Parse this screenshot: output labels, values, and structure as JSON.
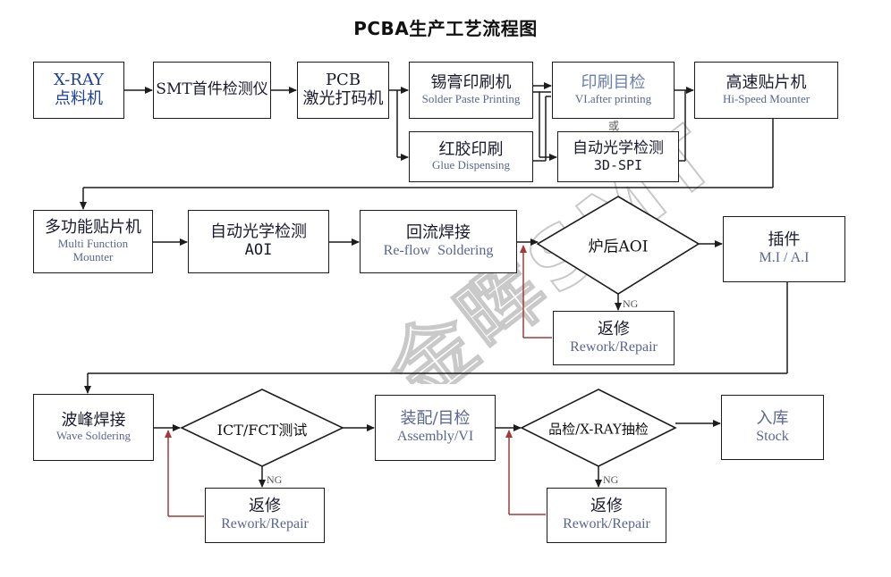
{
  "title": "PCBA生产工艺流程图",
  "watermark": "金晖SMT",
  "or_label": "或",
  "ng_label": "NG",
  "row1": {
    "xray": {
      "line1": "X-RAY",
      "line2": "点料机"
    },
    "smt_first": {
      "line1": "SMT首件检测仪"
    },
    "pcb": {
      "line1": "PCB",
      "line2": "激光打码机"
    },
    "solder_paste": {
      "line1": "锡膏印刷机",
      "line2": "Solder Paste Printing"
    },
    "vi_print": {
      "line1": "印刷目检",
      "line2": "VI.after printing"
    },
    "hi_speed": {
      "line1": "高速贴片机",
      "line2": "Hi-Speed Mounter"
    },
    "glue": {
      "line1": "红胶印刷",
      "line2": "Glue Dispensing"
    },
    "spi": {
      "line1": "自动光学检测",
      "line2": "3D-SPI"
    }
  },
  "row2": {
    "multi": {
      "line1": "多功能贴片机",
      "line2": "Multi Function",
      "line3": "Mounter"
    },
    "aoi": {
      "line1": "自动光学检测",
      "line2": "AOI"
    },
    "reflow": {
      "line1": "回流焊接",
      "line2": "Re-flow  Soldering"
    },
    "post_aoi": {
      "line1": "炉后AOI"
    },
    "mi": {
      "line1": "插件",
      "line2": "M.I / A.I"
    },
    "rework": {
      "line1": "返修",
      "line2": "Rework/Repair"
    }
  },
  "row3": {
    "wave": {
      "line1": "波峰焊接",
      "line2": "Wave Soldering"
    },
    "ict": {
      "line1": "ICT/FCT测试"
    },
    "assembly": {
      "line1": "装配/目检",
      "line2": "Assembly/VI"
    },
    "qc": {
      "line1": "品检/X-RAY抽检"
    },
    "stock": {
      "line1": "入库",
      "line2": "Stock"
    },
    "rework_a": {
      "line1": "返修",
      "line2": "Rework/Repair"
    },
    "rework_b": {
      "line1": "返修",
      "line2": "Rework/Repair"
    }
  },
  "colors": {
    "line": "#1c1c1c",
    "feedback": "#a33a3a",
    "text_blue": "#1e3f9a",
    "text_sub": "#5a6690"
  }
}
